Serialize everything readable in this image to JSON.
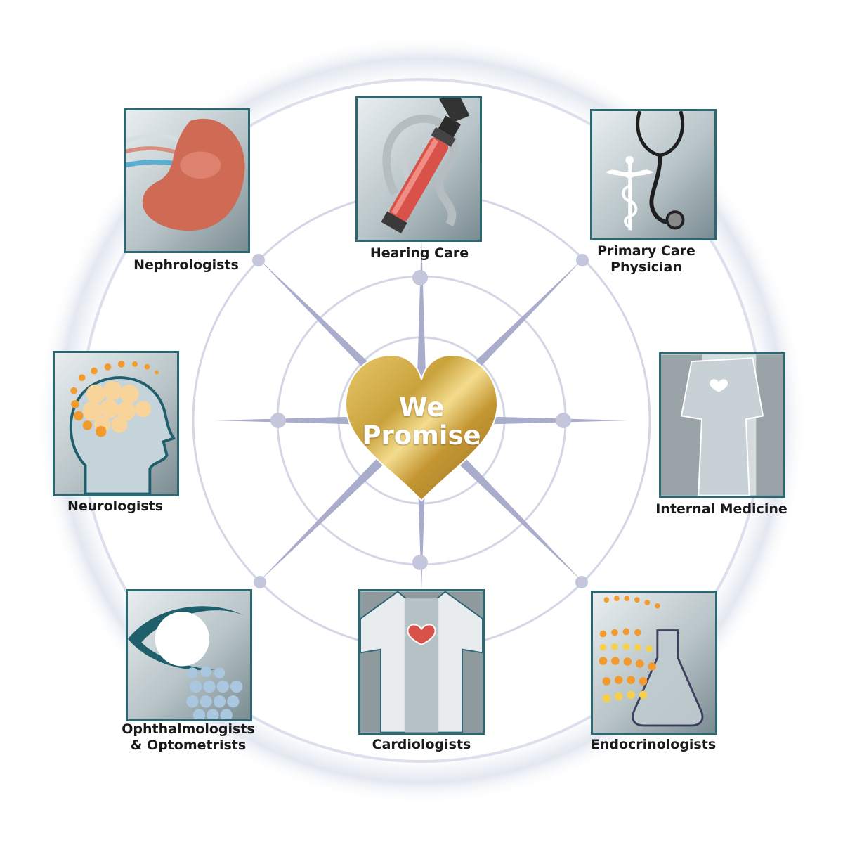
{
  "center": {
    "line1": "We",
    "line2": "Promise"
  },
  "specialties": [
    {
      "id": "hearing-care",
      "label_lines": [
        "Hearing Care"
      ],
      "icon": "otoscope-ear-icon"
    },
    {
      "id": "primary-care",
      "label_lines": [
        "Primary Care",
        "Physician"
      ],
      "icon": "stethoscope-caduceus-icon"
    },
    {
      "id": "internal-medicine",
      "label_lines": [
        "Internal Medicine"
      ],
      "icon": "gown-heart-icon"
    },
    {
      "id": "endocrinologists",
      "label_lines": [
        "Endocrinologists"
      ],
      "icon": "flask-dots-icon"
    },
    {
      "id": "cardiologists",
      "label_lines": [
        "Cardiologists"
      ],
      "icon": "coat-heart-icon"
    },
    {
      "id": "ophthalmologists",
      "label_lines": [
        "Ophthalmologists",
        "& Optometrists"
      ],
      "icon": "eye-icon"
    },
    {
      "id": "neurologists",
      "label_lines": [
        "Neurologists"
      ],
      "icon": "head-brain-icon"
    },
    {
      "id": "nephrologists",
      "label_lines": [
        "Nephrologists"
      ],
      "icon": "kidney-icon"
    }
  ],
  "colors": {
    "tile_border": "#2c6872",
    "spoke": "#a9adcb",
    "ring": "#d4d6e6",
    "heart_gold": "#c9a23c",
    "kidney": "#cf6a55",
    "accent_orange": "#f29a2e"
  }
}
